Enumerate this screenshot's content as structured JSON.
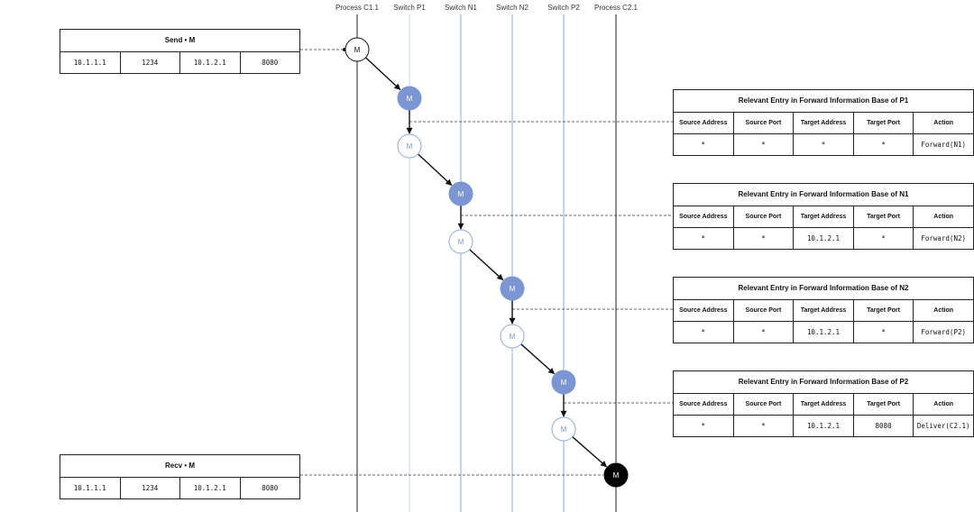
{
  "lanes": [
    "Process C1.1",
    "Switch P1",
    "Switch N1",
    "Switch N2",
    "Switch P2",
    "Process C2.1"
  ],
  "colors": {
    "node_fill": "#7b96d3",
    "lane_blue": "#8fa9dc",
    "lane_black": "#222222",
    "final_fill": "#000000"
  },
  "message_label": "M",
  "send_box": {
    "title": "Send • M",
    "cells": [
      "10.1.1.1",
      "1234",
      "10.1.2.1",
      "8080"
    ]
  },
  "recv_box": {
    "title": "Recv • M",
    "cells": [
      "10.1.1.1",
      "1234",
      "10.1.2.1",
      "8080"
    ]
  },
  "fib_headers": [
    "Source Address",
    "Source Port",
    "Target Address",
    "Target Port",
    "Action"
  ],
  "fib_tables": [
    {
      "title": "Relevant Entry in Forward Information Base of P1",
      "row": [
        "*",
        "*",
        "*",
        "*",
        "Forward(N1)"
      ]
    },
    {
      "title": "Relevant Entry in Forward Information Base of N1",
      "row": [
        "*",
        "*",
        "10.1.2.1",
        "*",
        "Forward(N2)"
      ]
    },
    {
      "title": "Relevant Entry in Forward Information Base of N2",
      "row": [
        "*",
        "*",
        "10.1.2.1",
        "*",
        "Forward(P2)"
      ]
    },
    {
      "title": "Relevant Entry in Forward Information Base of P2",
      "row": [
        "*",
        "*",
        "10.1.2.1",
        "8080",
        "Deliver(C2.1)"
      ]
    }
  ]
}
